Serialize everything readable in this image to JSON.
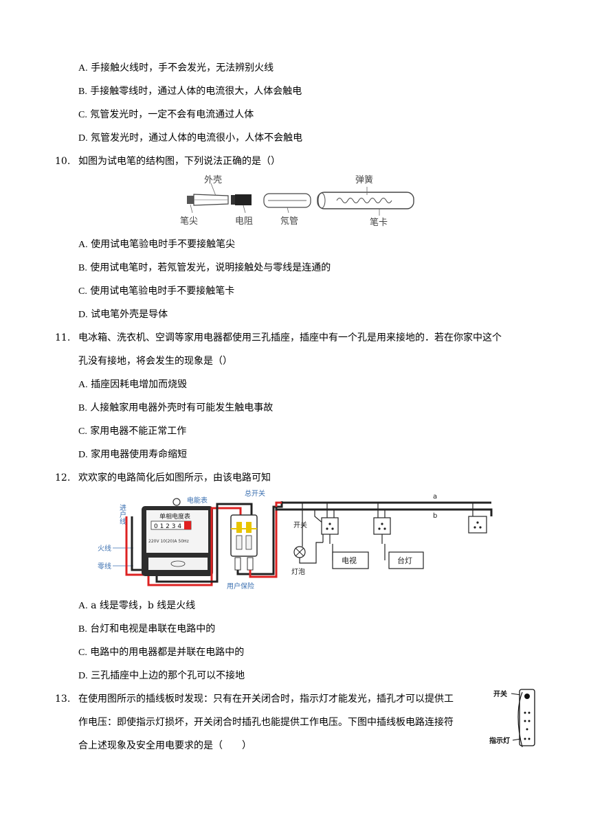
{
  "q9": {
    "options": [
      {
        "letter": "A.",
        "text": "手接触火线时，手不会发光，无法辨别火线"
      },
      {
        "letter": "B.",
        "text": "手接触零线时，通过人体的电流很大，人体会触电"
      },
      {
        "letter": "C.",
        "text": "氖管发光时，一定不会有电流通过人体"
      },
      {
        "letter": "D.",
        "text": "氖管发光时，通过人体的电流很小，人体不会触电"
      }
    ]
  },
  "q10": {
    "number": "10.",
    "stem": "如图为试电笔的结构图，下列说法正确的是（）",
    "figure_labels": {
      "shell": "外壳",
      "tip": "笔尖",
      "resistor": "电阻",
      "neon": "氖管",
      "spring": "弹簧",
      "clip": "笔卡"
    },
    "options": [
      {
        "letter": "A.",
        "text": "使用试电笔验电时手不要接触笔尖"
      },
      {
        "letter": "B.",
        "text": "使用试电笔时，若氖管发光，说明接触处与零线是连通的"
      },
      {
        "letter": "C.",
        "text": "使用试电笔验电时手不要接触笔卡"
      },
      {
        "letter": "D.",
        "text": "试电笔外壳是导体"
      }
    ]
  },
  "q11": {
    "number": "11.",
    "stem_line1": "电冰箱、洗衣机、空调等家用电器都使用三孔插座，插座中有一个孔是用来接地的．若在你家中这个",
    "stem_line2": "孔没有接地，将会发生的现象是（）",
    "options": [
      {
        "letter": "A.",
        "text": "插座因耗电增加而烧毁"
      },
      {
        "letter": "B.",
        "text": "人接触家用电器外壳时有可能发生触电事故"
      },
      {
        "letter": "C.",
        "text": "家用电器不能正常工作"
      },
      {
        "letter": "D.",
        "text": "家用电器使用寿命缩短"
      }
    ]
  },
  "q12": {
    "number": "12.",
    "stem": "欢欢家的电路简化后如图所示，由该电路可知",
    "figure_labels": {
      "incoming": "进户线",
      "meter": "电能表",
      "meter_title": "单相电度表",
      "meter_digits": "0 1 2 3 4",
      "meter_rating": "220V 10(20)A 50Hz",
      "live": "火线",
      "neutral": "零线",
      "main_switch": "总开关",
      "fuse": "用户保险",
      "switch": "开关",
      "bulb": "灯泡",
      "tv": "电视",
      "lamp": "台灯",
      "wire_a": "a",
      "wire_b": "b"
    },
    "options": [
      {
        "letter": "A.",
        "text": "a 线是零线，b 线是火线"
      },
      {
        "letter": "B.",
        "text": "台灯和电视是串联在电路中的"
      },
      {
        "letter": "C.",
        "text": "电路中的用电器都是并联在电路中的"
      },
      {
        "letter": "D.",
        "text": "三孔插座中上边的那个孔可以不接地"
      }
    ]
  },
  "q13": {
    "number": "13.",
    "stem_line1": "在使用图所示的插线板时发现：只有在开关闭合时，指示灯才能发光，插孔才可以提供工",
    "stem_line2": "作电压：即使指示灯损坏，开关闭合时插孔也能提供工作电压。下图中插线板电路连接符",
    "stem_line3": "合上述现象及安全用电要求的是（　　）",
    "figure_labels": {
      "switch": "开关",
      "indicator": "指示灯"
    }
  }
}
